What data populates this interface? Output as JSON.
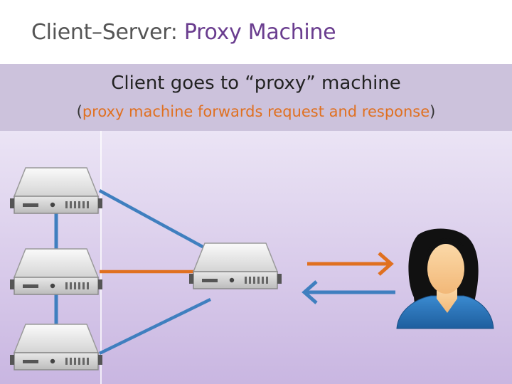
{
  "slide": {
    "title_prefix": "Client–Server: ",
    "title_accent": "Proxy Machine",
    "subtitle": "Client goes to “proxy” machine",
    "note_open": "(",
    "note_text": "proxy machine forwards request and response",
    "note_close": ")"
  },
  "colors": {
    "title_accent": "#6a3d8f",
    "orange": "#e07020",
    "blue": "#3f7fbf",
    "band": "#ccc2dc"
  },
  "icons": [
    "server-icon",
    "server-icon",
    "server-icon",
    "proxy-server-icon",
    "client-person-icon"
  ]
}
